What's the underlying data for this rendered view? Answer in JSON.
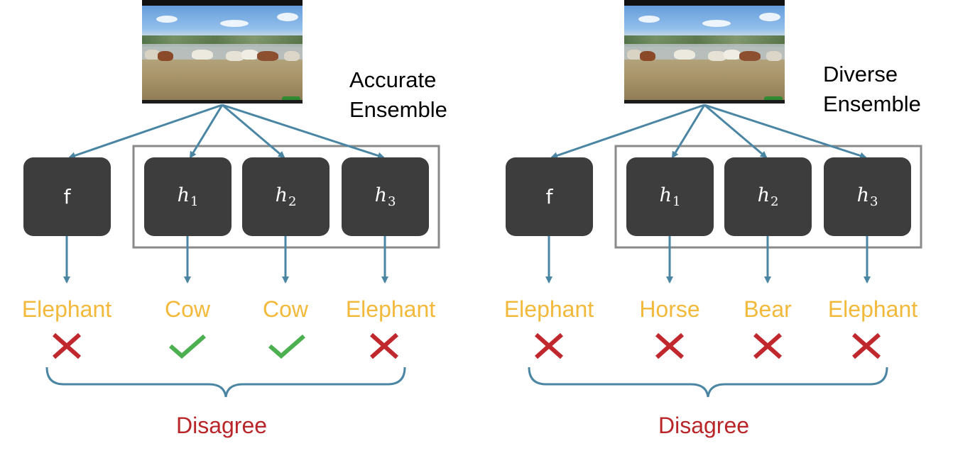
{
  "panels": [
    {
      "id": "accurate",
      "title_line1": "Accurate",
      "title_line2": "Ensemble",
      "nodes": [
        {
          "label": "f",
          "sub": ""
        },
        {
          "label": "h",
          "sub": "1"
        },
        {
          "label": "h",
          "sub": "2"
        },
        {
          "label": "h",
          "sub": "3"
        }
      ],
      "predictions": [
        {
          "label": "Elephant",
          "correct": false
        },
        {
          "label": "Cow",
          "correct": true
        },
        {
          "label": "Cow",
          "correct": true
        },
        {
          "label": "Elephant",
          "correct": false
        }
      ],
      "outcome": "Disagree"
    },
    {
      "id": "diverse",
      "title_line1": "Diverse",
      "title_line2": "Ensemble",
      "nodes": [
        {
          "label": "f",
          "sub": ""
        },
        {
          "label": "h",
          "sub": "1"
        },
        {
          "label": "h",
          "sub": "2"
        },
        {
          "label": "h",
          "sub": "3"
        }
      ],
      "predictions": [
        {
          "label": "Elephant",
          "correct": false
        },
        {
          "label": "Horse",
          "correct": false
        },
        {
          "label": "Bear",
          "correct": false
        },
        {
          "label": "Elephant",
          "correct": false
        }
      ],
      "outcome": "Disagree"
    }
  ],
  "colors": {
    "arrow": "#4a86a3",
    "node": "#3d3d3d",
    "prediction": "#f2b93b",
    "check": "#4caf50",
    "cross": "#c0282d",
    "outcome": "#b9262a",
    "ensemble_box": "#8a8a8a"
  },
  "icons": {
    "correct": "check-mark-icon",
    "incorrect": "cross-mark-icon"
  }
}
